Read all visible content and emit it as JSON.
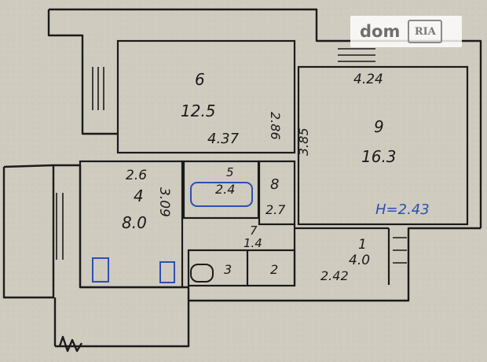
{
  "watermark": {
    "dom": "dom",
    "ria": "RIA"
  },
  "rooms": [
    {
      "number": "6",
      "area": "12.5",
      "dims": [
        "4.37",
        "2.86"
      ]
    },
    {
      "number": "9",
      "area": "16.3",
      "dims": [
        "4.24",
        "3.85"
      ]
    },
    {
      "number": "4",
      "area": "8.0",
      "dims": [
        "2.6",
        "3.09"
      ]
    },
    {
      "number": "5",
      "area": "2.4"
    },
    {
      "number": "8",
      "area": "2.7"
    },
    {
      "number": "7",
      "area": "1.4"
    },
    {
      "number": "1",
      "area": "4.0",
      "dims": [
        "2.42"
      ]
    },
    {
      "number": "3"
    },
    {
      "number": "2"
    }
  ],
  "ceiling_height": "H=2.43"
}
